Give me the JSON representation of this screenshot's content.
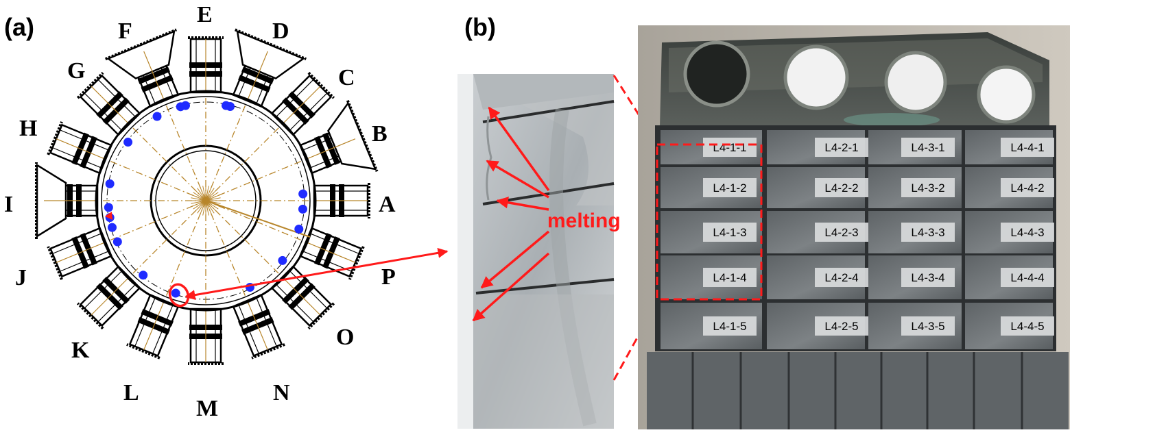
{
  "panels": {
    "a": "(a)",
    "b": "(b)"
  },
  "ports": [
    "A",
    "B",
    "C",
    "D",
    "E",
    "F",
    "G",
    "H",
    "I",
    "J",
    "K",
    "L",
    "M",
    "N",
    "O",
    "P"
  ],
  "annotation": {
    "melting": "melting"
  },
  "tiles": [
    [
      "L4-1-1",
      "L4-2-1",
      "L4-3-1",
      "L4-4-1"
    ],
    [
      "L4-1-2",
      "L4-2-2",
      "L4-3-2",
      "L4-4-2"
    ],
    [
      "L4-1-3",
      "L4-2-3",
      "L4-3-3",
      "L4-4-3"
    ],
    [
      "L4-1-4",
      "L4-2-4",
      "L4-3-4",
      "L4-4-4"
    ],
    [
      "L4-1-5",
      "L4-2-5",
      "L4-3-5",
      "L4-4-5"
    ]
  ],
  "colors": {
    "arrow": "#ff1a1a",
    "dot": "#1f2bff",
    "axis": "#b8862b"
  }
}
